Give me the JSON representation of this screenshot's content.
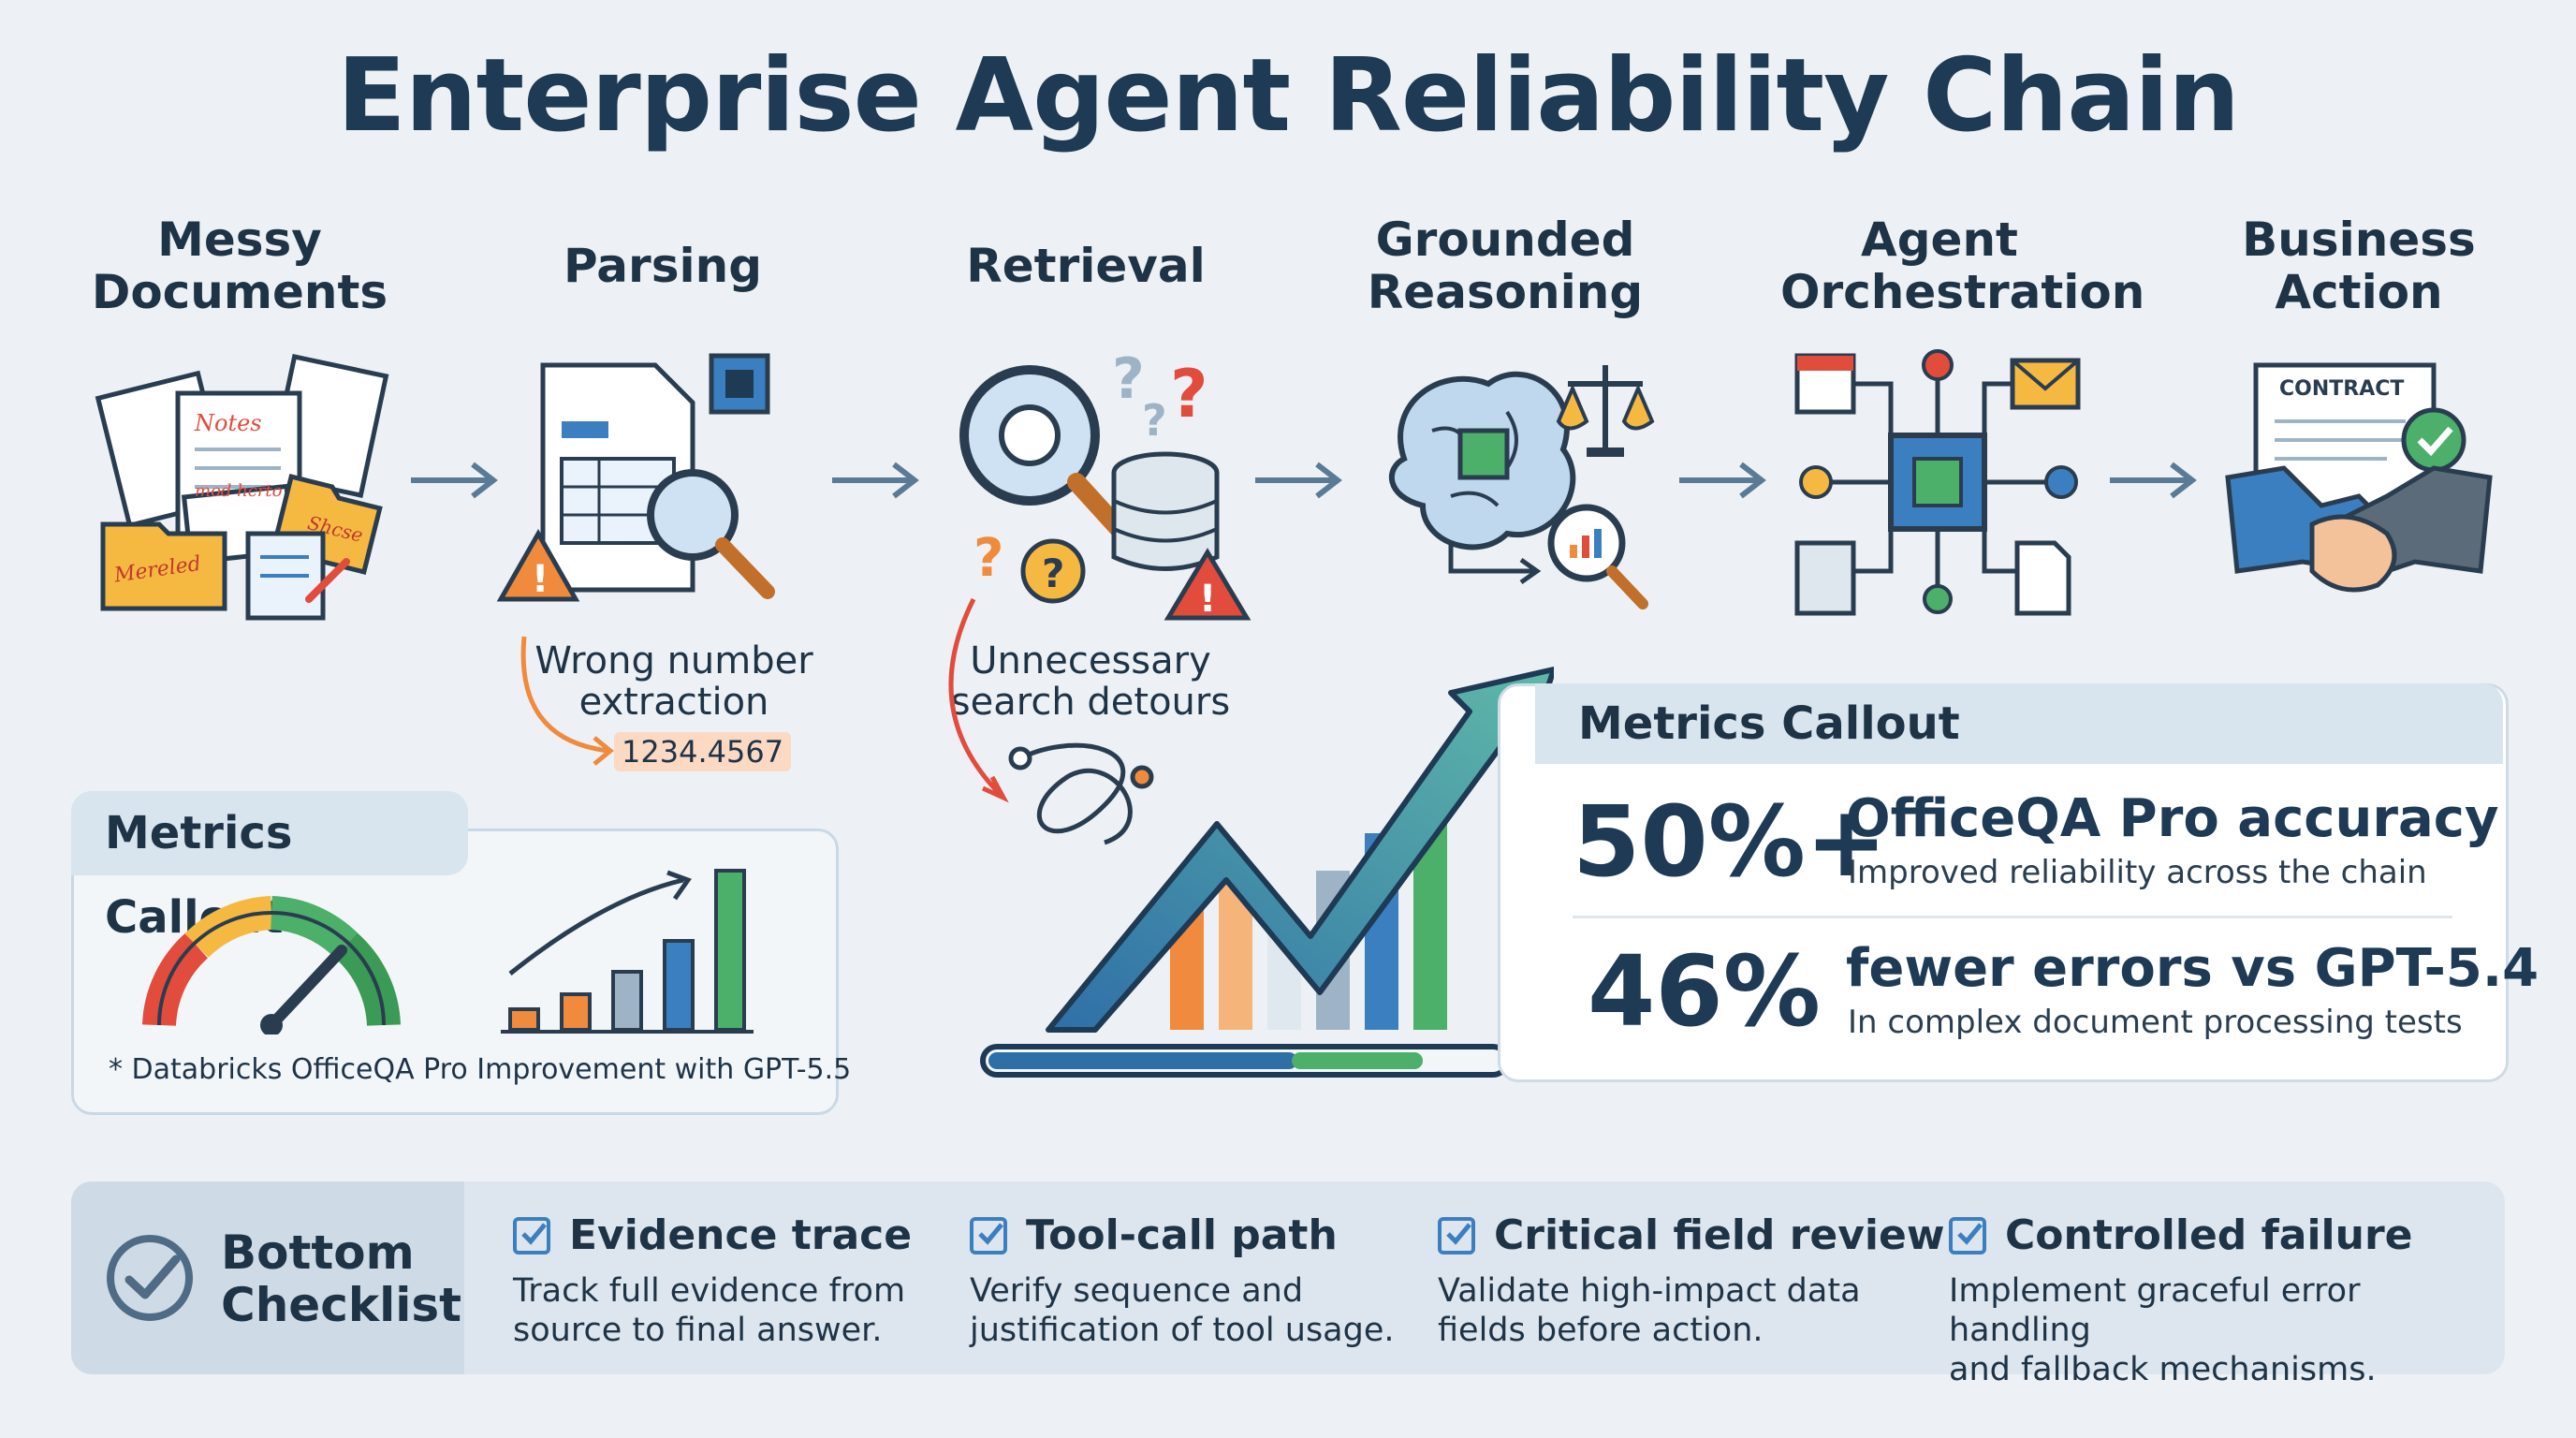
{
  "title": "Enterprise Agent Reliability Chain",
  "stages": [
    {
      "label_line1": "Messy",
      "label_line2": "Documents",
      "icon": "messy-documents-icon"
    },
    {
      "label_line1": "Parsing",
      "label_line2": "",
      "icon": "parsing-icon"
    },
    {
      "label_line1": "Retrieval",
      "label_line2": "",
      "icon": "retrieval-icon"
    },
    {
      "label_line1": "Grounded",
      "label_line2": "Reasoning",
      "icon": "brain-icon"
    },
    {
      "label_line1": "Agent",
      "label_line2": "Orchestration",
      "icon": "orchestration-chip-icon"
    },
    {
      "label_line1": "Business",
      "label_line2": "Action",
      "icon": "handshake-contract-icon"
    }
  ],
  "doc_labels": {
    "notes": "Notes",
    "mod": "mod hcrto",
    "mereled": "Mereled",
    "shcse": "Shcse",
    "contract": "CONTRACT"
  },
  "issues": {
    "parsing": {
      "line1": "Wrong number",
      "line2": "extraction",
      "sample": "1234.4567"
    },
    "retrieval": {
      "line1": "Unnecessary",
      "line2": "search detours"
    }
  },
  "metrics_left": {
    "title": "Metrics Callout",
    "footnote": "* Databricks OfficeQA Pro Improvement with GPT-5.5"
  },
  "metrics_right": {
    "title": "Metrics Callout",
    "m1": {
      "value": "50%+",
      "title": "OfficeQA Pro accuracy",
      "sub": "Improved reliability across the chain"
    },
    "m2": {
      "value": "46%",
      "title": "fewer errors vs GPT-5.4",
      "sub": "In complex document processing tests"
    }
  },
  "checklist": {
    "title_line1": "Bottom",
    "title_line2": "Checklist",
    "items": [
      {
        "title": "Evidence trace",
        "line1": "Track full evidence from",
        "line2": "source to final answer."
      },
      {
        "title": "Tool-call path",
        "line1": "Verify sequence and",
        "line2": "justification of tool usage."
      },
      {
        "title": "Critical field review",
        "line1": "Validate high-impact data",
        "line2": "fields before action."
      },
      {
        "title": "Controlled failure",
        "line1": "Implement graceful error handling",
        "line2": "and fallback mechanisms."
      }
    ]
  },
  "colors": {
    "navy": "#1e3a54",
    "blue": "#3b7fc0",
    "orange": "#f08a3c",
    "green": "#4caf6a",
    "red": "#e14c3c",
    "yellow": "#f5b942"
  }
}
